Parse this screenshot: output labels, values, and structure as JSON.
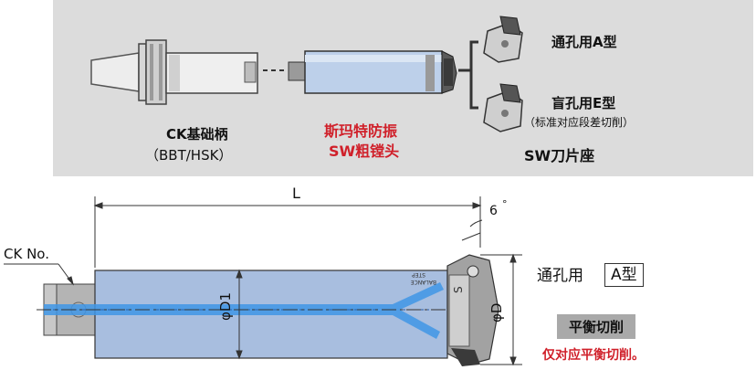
{
  "colors": {
    "panel_bg": "#dcdcdc",
    "red_accent": "#d0202a",
    "bar_blue": "#a8bedf",
    "coolant_blue": "#3f96e6",
    "steel": "#c8c8c8"
  },
  "top_panel": {
    "ck_shank": {
      "title": "CK基础柄",
      "subtitle": "（BBT/HSK）"
    },
    "boring_head": {
      "line1": "斯玛特防振",
      "line2": "SW粗镗头"
    },
    "insert_seat": {
      "title": "SW刀片座"
    },
    "type_a": {
      "label": "通孔用A型"
    },
    "type_e": {
      "label": "盲孔用E型",
      "note": "（标准对应段差切削）"
    }
  },
  "bottom_diagram": {
    "dim_l": "L",
    "angle": "6",
    "angle_unit": "°",
    "ck_no": "CK No.",
    "phi_d1": "φD1",
    "phi_d": "φD",
    "engraving_s": "S",
    "tiny_text": [
      "STEP",
      "BALANCE"
    ],
    "type_prefix": "通孔用",
    "type_boxed": "A型",
    "balance_button": "平衡切削",
    "balance_note": "仅对应平衡切削。"
  }
}
